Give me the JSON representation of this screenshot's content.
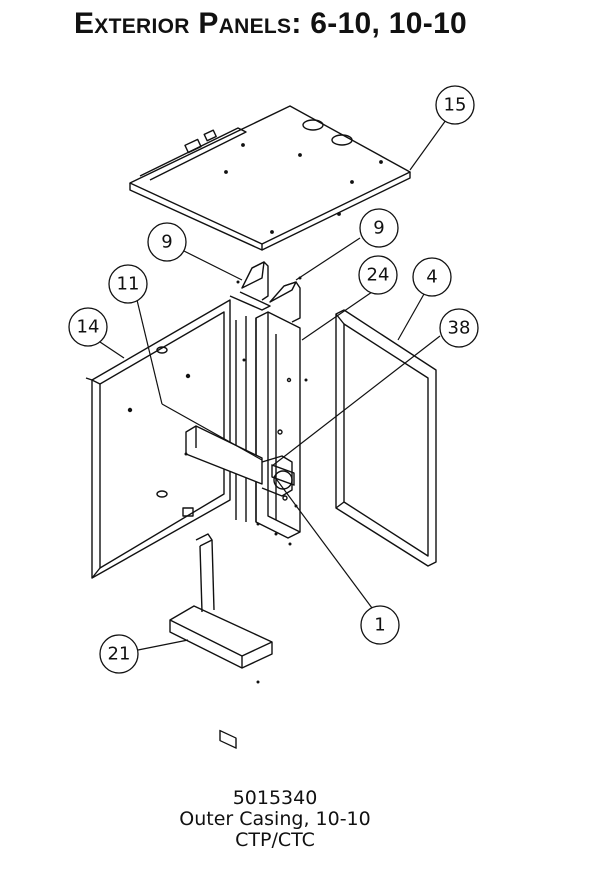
{
  "header": {
    "title": "Exterior Panels: 6-10, 10-10"
  },
  "callouts": [
    {
      "id": "callout-15",
      "label": "15"
    },
    {
      "id": "callout-9-left",
      "label": "9"
    },
    {
      "id": "callout-9-right",
      "label": "9"
    },
    {
      "id": "callout-11",
      "label": "11"
    },
    {
      "id": "callout-24",
      "label": "24"
    },
    {
      "id": "callout-4",
      "label": "4"
    },
    {
      "id": "callout-14",
      "label": "14"
    },
    {
      "id": "callout-38",
      "label": "38"
    },
    {
      "id": "callout-1",
      "label": "1"
    },
    {
      "id": "callout-21",
      "label": "21"
    }
  ],
  "caption": {
    "part_number": "5015340",
    "description": "Outer Casing, 10-10",
    "model": "CTP/CTC"
  }
}
